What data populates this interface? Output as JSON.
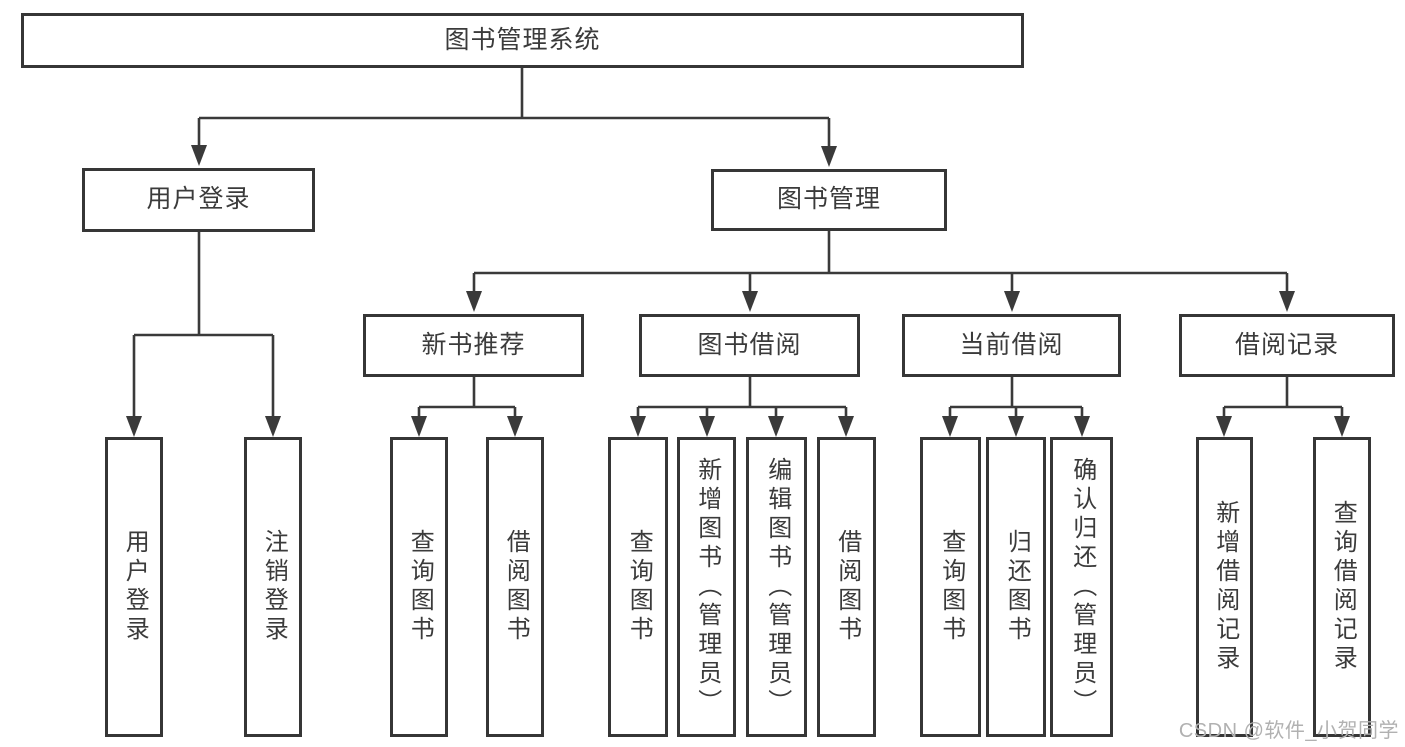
{
  "diagram": {
    "title": "图书管理系统",
    "type": "hierarchy-tree"
  },
  "nodes": {
    "root": {
      "label": "图书管理系统",
      "children": [
        "user-login",
        "book-management"
      ]
    },
    "user-login": {
      "label": "用户登录",
      "children": [
        "login",
        "logout"
      ]
    },
    "book-management": {
      "label": "图书管理",
      "children": [
        "new-book-recommendation",
        "book-borrowing",
        "current-borrowing",
        "borrowing-records"
      ]
    },
    "new-book-recommendation": {
      "label": "新书推荐",
      "children": [
        "nbr-query-book",
        "nbr-borrow-book"
      ]
    },
    "book-borrowing": {
      "label": "图书借阅",
      "children": [
        "bb-query-book",
        "bb-add-book",
        "bb-edit-book",
        "bb-borrow-book"
      ]
    },
    "current-borrowing": {
      "label": "当前借阅",
      "children": [
        "cb-query-book",
        "cb-return-book",
        "cb-confirm-return"
      ]
    },
    "borrowing-records": {
      "label": "借阅记录",
      "children": [
        "br-add-record",
        "br-query-record"
      ]
    },
    "login": {
      "label": "用户登录",
      "children": []
    },
    "logout": {
      "label": "注销登录",
      "children": []
    },
    "nbr-query-book": {
      "label": "查询图书",
      "children": []
    },
    "nbr-borrow-book": {
      "label": "借阅图书",
      "children": []
    },
    "bb-query-book": {
      "label": "查询图书",
      "children": []
    },
    "bb-add-book": {
      "label": "新增图书（管理员）",
      "children": []
    },
    "bb-edit-book": {
      "label": "编辑图书（管理员）",
      "children": []
    },
    "bb-borrow-book": {
      "label": "借阅图书",
      "children": []
    },
    "cb-query-book": {
      "label": "查询图书",
      "children": []
    },
    "cb-return-book": {
      "label": "归还图书",
      "children": []
    },
    "cb-confirm-return": {
      "label": "确认归还（管理员）",
      "children": []
    },
    "br-add-record": {
      "label": "新增借阅记录",
      "children": []
    },
    "br-query-record": {
      "label": "查询借阅记录",
      "children": []
    }
  },
  "watermark": {
    "text": "CSDN @软件_小贺同学"
  },
  "colors": {
    "line": "#3a3a3a",
    "box_border": "#363636",
    "text": "#3b3b3b",
    "watermark": "#b1b1b1",
    "background": "#ffffff"
  }
}
